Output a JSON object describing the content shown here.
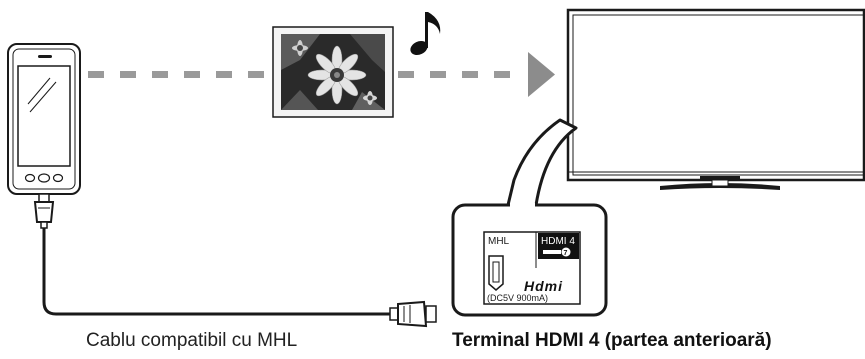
{
  "labels": {
    "cable_caption": "Cablu compatibil cu MHL",
    "terminal_caption": "Terminal HDMI 4 (partea anterioară)"
  },
  "port_panel": {
    "mhl_label": "MHL",
    "hdmi_badge": "HDMI 4",
    "hdmi_badge_sub": "7",
    "hdmi_logo_text": "Hdmi",
    "power_spec": "(DC5V 900mA)"
  },
  "colors": {
    "line": "#1a1a1a",
    "dash": "#9a9a9a",
    "arrow": "#8c8c8c",
    "badge": "#111111"
  },
  "icons": [
    "smartphone-icon",
    "photo-icon",
    "music-note-icon",
    "television-icon",
    "mhl-connector-icon",
    "hdmi-connector-icon"
  ]
}
